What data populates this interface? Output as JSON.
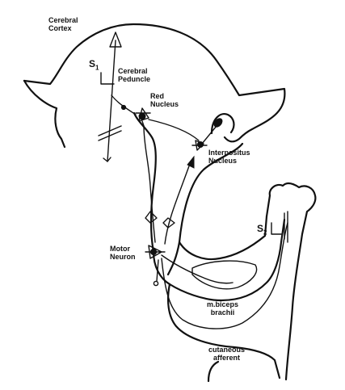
{
  "labels": {
    "cerebral_cortex": [
      "Cerebral",
      "Cortex"
    ],
    "cerebral_peduncle": [
      "Cerebral",
      "Peduncle"
    ],
    "red_nucleus": [
      "Red",
      "Nucleus"
    ],
    "interpositus_nucleus": [
      "Interpositus",
      "Nucleus"
    ],
    "motor_neuron": [
      "Motor",
      "Neuron"
    ],
    "muscle": [
      "m.biceps",
      "brachii"
    ],
    "cutaneous_afferent": [
      "cutaneous",
      "afferent"
    ]
  },
  "stimulus_sites": {
    "s1": {
      "letter": "S",
      "sub": "1"
    },
    "s2": {
      "letter": "S",
      "sub": "2"
    }
  },
  "colors": {
    "ink": "#111111",
    "paper": "#ffffff"
  }
}
